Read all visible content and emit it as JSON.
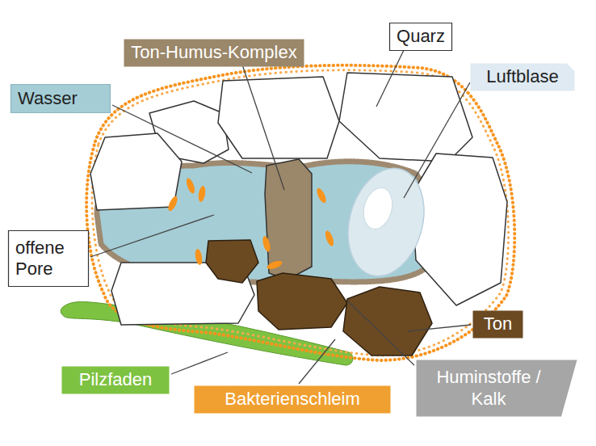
{
  "diagram": {
    "nodes": [
      {
        "text": [
          "Quarz"
        ]
      },
      {
        "text": [
          "Ton-Humus-Komplex"
        ]
      },
      {
        "text": [
          "Luftblase"
        ]
      },
      {
        "text": [
          "Wasser"
        ]
      },
      {
        "text": [
          "offene Pore"
        ]
      },
      {
        "text": [
          "Ton"
        ]
      },
      {
        "text": [
          "Pilzfaden"
        ]
      },
      {
        "text": [
          "Huminstoffe / Kalk"
        ]
      },
      {
        "text": [
          "Bakterienschleim"
        ]
      }
    ]
  }
}
